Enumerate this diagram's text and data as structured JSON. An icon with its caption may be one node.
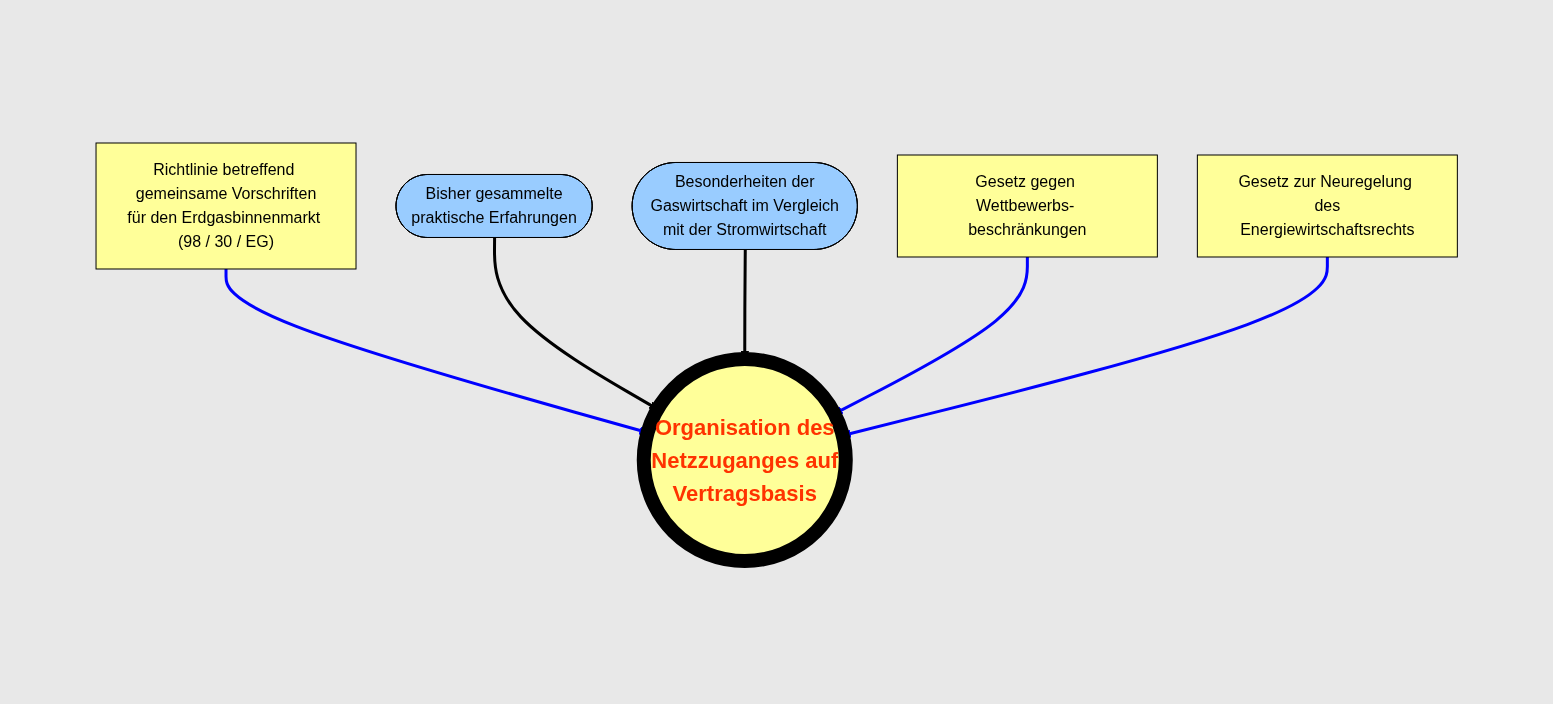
{
  "diagram": {
    "nodes": [
      {
        "text": [
          "Richtlinie betreffend gemeinsame Vorschriften für den Erdgasbinnenmarkt (98 / 30 / EG)"
        ]
      },
      {
        "text": [
          "Bisher gesammelte praktische Erfahrungen"
        ]
      },
      {
        "text": [
          "Besonderheiten der Gaswirtschaft im Vergleich mit der Stromwirtschaft"
        ]
      },
      {
        "text": [
          "Organisation des Netzzuganges auf Vertragsbasis"
        ]
      },
      {
        "text": [
          "Gesetz gegen Wettbewerbs- beschränkungen"
        ]
      },
      {
        "text": [
          "Gesetz zur Neuregelung des Energiewirtschaftsrechts"
        ]
      }
    ],
    "edges": [
      {
        "from": 0,
        "to": 3,
        "arrow": "to"
      },
      {
        "from": 1,
        "to": 3,
        "arrow": "to",
        "color": "#000000"
      },
      {
        "from": 2,
        "to": 3,
        "arrow": "to",
        "color": "#000000"
      },
      {
        "from": 4,
        "to": 3,
        "arrow": "to"
      },
      {
        "from": 5,
        "to": 3,
        "arrow": "to"
      }
    ]
  }
}
